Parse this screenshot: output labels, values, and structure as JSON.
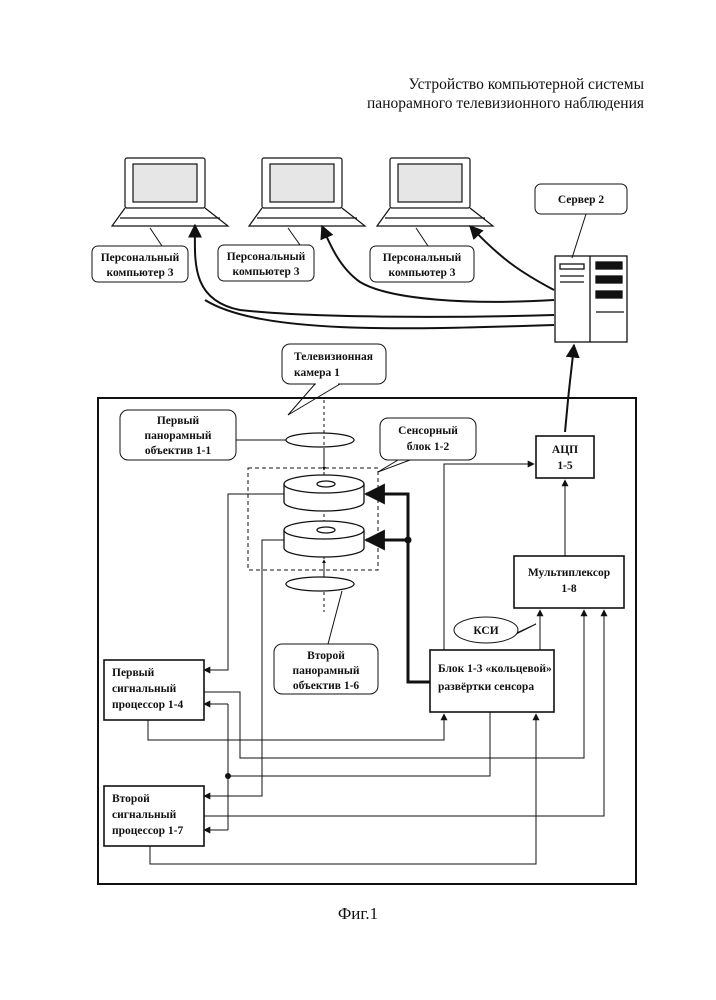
{
  "title": {
    "line1": "Устройство компьютерной системы",
    "line2": "панорамного телевизионного наблюдения"
  },
  "figure_caption": "Фиг.1",
  "labels": {
    "pc1": [
      "Персональный",
      "компьютер 3"
    ],
    "pc2": [
      "Персональный",
      "компьютер 3"
    ],
    "pc3": [
      "Персональный",
      "компьютер 3"
    ],
    "server": "Сервер 2",
    "camera": [
      "Телевизионная",
      "камера 1"
    ],
    "lens1": [
      "Первый",
      "панорамный",
      "объектив 1-1"
    ],
    "sensor_block": [
      "Сенсорный",
      "блок 1-2"
    ],
    "adc": [
      "АЦП",
      "1-5"
    ],
    "lens2": [
      "Второй",
      "панорамный",
      "объектив  1-6"
    ],
    "mux": [
      "Мультиплексор",
      "1-8"
    ],
    "ksi": "КСИ",
    "scan_block": [
      "Блок 1-3 «кольцевой»",
      "развёртки сенсора"
    ],
    "proc1": [
      "Первый",
      "сигнальный",
      "процессор 1-4"
    ],
    "proc2": [
      "Второй",
      "сигнальный",
      "процессор 1-7"
    ]
  }
}
